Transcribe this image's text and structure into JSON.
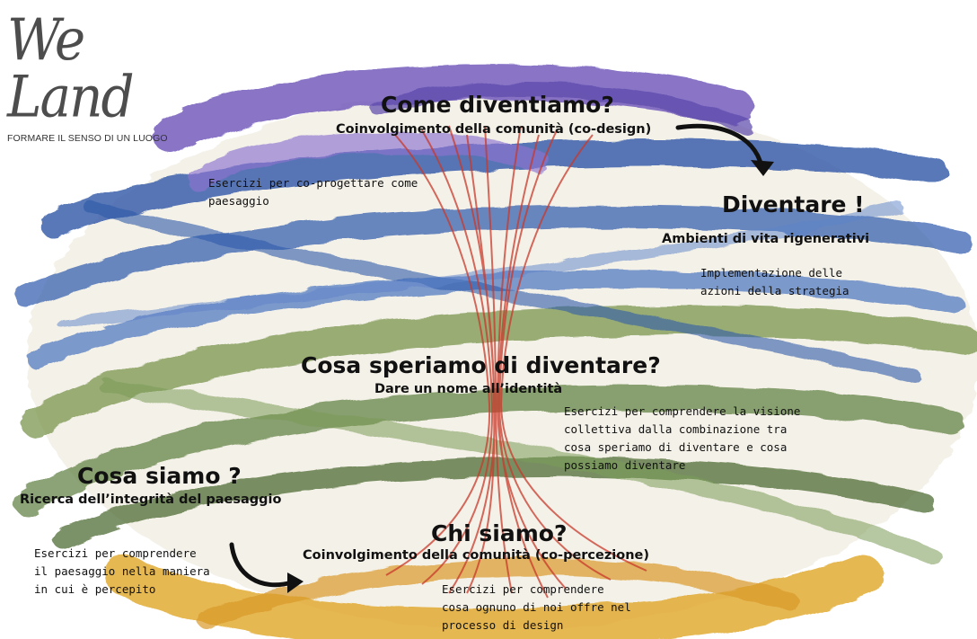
{
  "logo": {
    "wordmark": "We Land",
    "tagline": "FORMARE IL SENSO DI UN LUOGO"
  },
  "colors": {
    "purple": "#6a52b8",
    "blue": "#2e56a6",
    "green": "#5a7c3a",
    "yellow": "#e0a628",
    "red": "#c8392b",
    "ink": "#111111"
  },
  "stages": {
    "come_diventiamo": {
      "title": "Come diventiamo?",
      "subtitle": "Coinvolgimento della comunità (co-design)",
      "note": [
        "Esercizi per co-progettare come",
        "paesaggio"
      ]
    },
    "diventare": {
      "title": "Diventare !",
      "subtitle": "Ambienti di vita rigenerativi",
      "note": [
        "Implementazione delle",
        "azioni della strategia"
      ]
    },
    "cosa_speriamo": {
      "title": "Cosa speriamo di diventare?",
      "subtitle": "Dare un nome all’identità",
      "note": [
        "Esercizi per comprendere la visione",
        "collettiva dalla combinazione tra",
        "cosa speriamo di diventare e cosa",
        "possiamo diventare"
      ]
    },
    "cosa_siamo": {
      "title": "Cosa siamo ?",
      "subtitle": "Ricerca dell’integrità del paesaggio",
      "note": [
        "Esercizi per comprendere",
        "il paesaggio nella maniera",
        "in cui è percepito"
      ]
    },
    "chi_siamo": {
      "title": "Chi siamo?",
      "subtitle": "Coinvolgimento della comunità (co-percezione)",
      "note": [
        "Esercizi per comprendere",
        "cosa ognuno di noi offre nel",
        "processo di design"
      ]
    }
  },
  "icons": {
    "arrow_top": "curved-arrow-icon",
    "arrow_bottom": "curved-arrow-icon"
  }
}
